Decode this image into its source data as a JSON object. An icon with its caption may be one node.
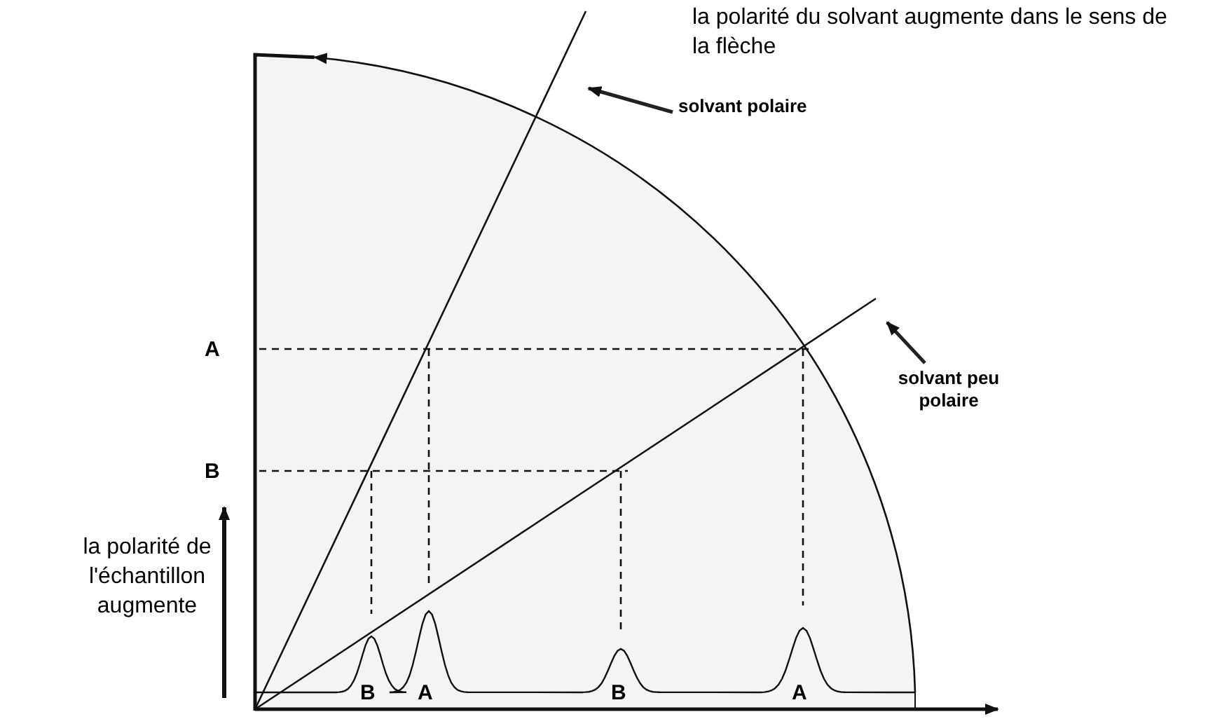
{
  "diagram": {
    "nodes": [
      {
        "text": [
          "solvant polaire"
        ]
      },
      {
        "text": [
          "solvant peu polaire"
        ]
      }
    ],
    "edges": [
      {
        "from": 0,
        "to": null,
        "arrow": "to"
      },
      {
        "from": 1,
        "to": null,
        "arrow": "to"
      }
    ],
    "labels": [
      "la polarité du solvant augmente dans le sens de la flèche",
      "A",
      "B",
      "la polarité de l'échantillon augmente",
      "B",
      "A",
      "B",
      "A"
    ]
  }
}
